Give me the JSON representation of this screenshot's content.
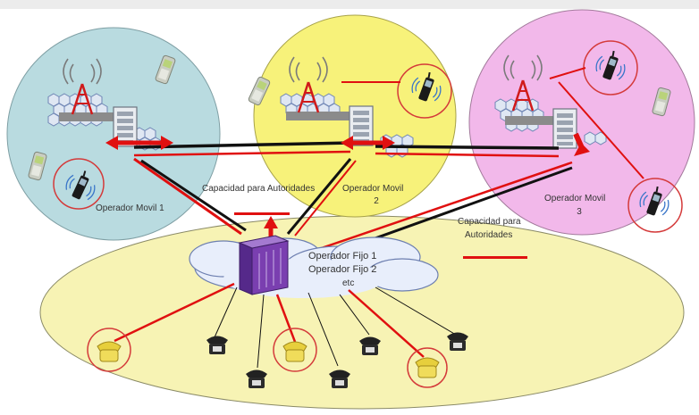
{
  "labels": {
    "operator_mobile_1": "Operador Movil 1",
    "operator_mobile_2_line1": "Operador Movil",
    "operator_mobile_2_line2": "2",
    "operator_mobile_3_line1": "Operador Movil",
    "operator_mobile_3_line2": "3",
    "capacity_left": "Capacidad para Autoridades",
    "capacity_right_line1": "Capacidad para",
    "capacity_right_line2": "Autoridades",
    "fixed_line1": "Operador Fijo 1",
    "fixed_line2": "Operador Fijo 2",
    "fixed_line3": "etc"
  },
  "colors": {
    "zone_mobile_1": "#b9dbe0",
    "zone_mobile_2": "#f7f27a",
    "zone_mobile_3": "#f2b8ea",
    "zone_fixed": "#f7f3b4",
    "link_black": "#111111",
    "link_red": "#e01010",
    "switch_purple": "#7a3fb0"
  },
  "icons": [
    "antenna-tower-icon",
    "cell-hex-grid-icon",
    "mobile-switch-icon",
    "mobile-phone-icon",
    "desk-phone-icon",
    "cloud-icon",
    "fixed-switch-icon"
  ]
}
